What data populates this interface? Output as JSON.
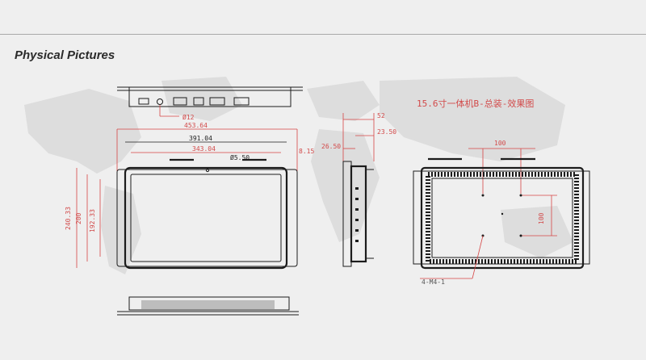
{
  "section_title": "Physical Pictures",
  "drawing_title": "15.6寸一体机B-总装-效果图",
  "dimensions": {
    "hole_dia_top": "Ø12",
    "overall_width": "453.64",
    "frame_width": "391.04",
    "screen_width": "343.04",
    "cam_dia": "Ø5.50",
    "bezel": "8.15",
    "overall_height": "240.33",
    "frame_height": "200",
    "screen_height": "192.33",
    "side_depth_total": "52",
    "side_depth_body": "23.50",
    "side_depth_front": "26.50",
    "vesa_h": "100",
    "vesa_v": "100",
    "screw_note": "4-M4-1"
  },
  "colors": {
    "dimension": "#d64545",
    "line": "#1c1c1c",
    "map": "#dcdcdc"
  }
}
